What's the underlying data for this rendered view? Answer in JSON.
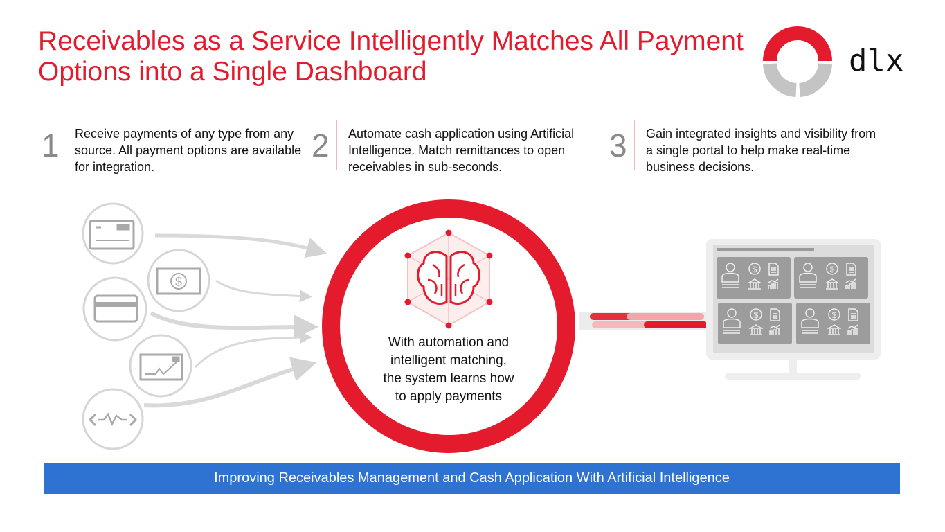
{
  "title": {
    "line1": "Receivables as a Service Intelligently Matches All Payment",
    "line2": "Options into a Single Dashboard"
  },
  "logo": {
    "text": "dlx",
    "icon": "dlx-ring-logo"
  },
  "steps": [
    {
      "number": "1",
      "text": "Receive payments of any type from any source. All payment options are available for integration."
    },
    {
      "number": "2",
      "text": "Automate cash application using Artificial Intelligence. Match remittances to open receivables in sub-seconds."
    },
    {
      "number": "3",
      "text": "Gain integrated insights and visibility from a single portal to help make real-time business decisions."
    }
  ],
  "payment_icons": [
    "check-icon",
    "cash-icon",
    "credit-card-icon",
    "e-signature-icon",
    "api-icon"
  ],
  "center": {
    "icon": "ai-brain-icon",
    "lines": [
      "With automation and",
      "intelligent matching,",
      "the system learns how",
      "to apply payments"
    ]
  },
  "dashboard": {
    "icon": "monitor-dashboard-icon",
    "tiles": [
      "user-icon",
      "dollar-icon",
      "document-icon",
      "bank-icon",
      "chart-icon"
    ]
  },
  "banner": {
    "text": "Improving Receivables Management and Cash Application With Artificial Intelligence"
  },
  "colors": {
    "accent": "#e31b2c",
    "banner": "#2e73d1",
    "grey": "#c8c8c8"
  }
}
